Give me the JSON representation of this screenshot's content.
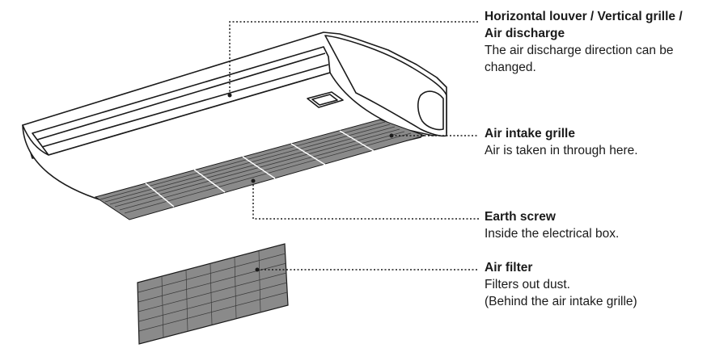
{
  "callouts": {
    "discharge": {
      "title_line1": "Horizontal louver / Vertical grille /",
      "title_line2": "Air discharge",
      "desc_line1": "The air discharge direction can be",
      "desc_line2": "changed."
    },
    "intake": {
      "title": "Air intake grille",
      "desc": "Air is taken in through here."
    },
    "earth": {
      "title": "Earth screw",
      "desc": "Inside the electrical box."
    },
    "filter": {
      "title": "Air filter",
      "desc_line1": "Filters out dust.",
      "desc_line2": "(Behind the air intake grille)"
    }
  },
  "colors": {
    "line": "#1a1a1a",
    "grille_fill": "#8a8a8a",
    "grille_dark": "#3a3a3a",
    "leader": "#1a1a1a"
  }
}
